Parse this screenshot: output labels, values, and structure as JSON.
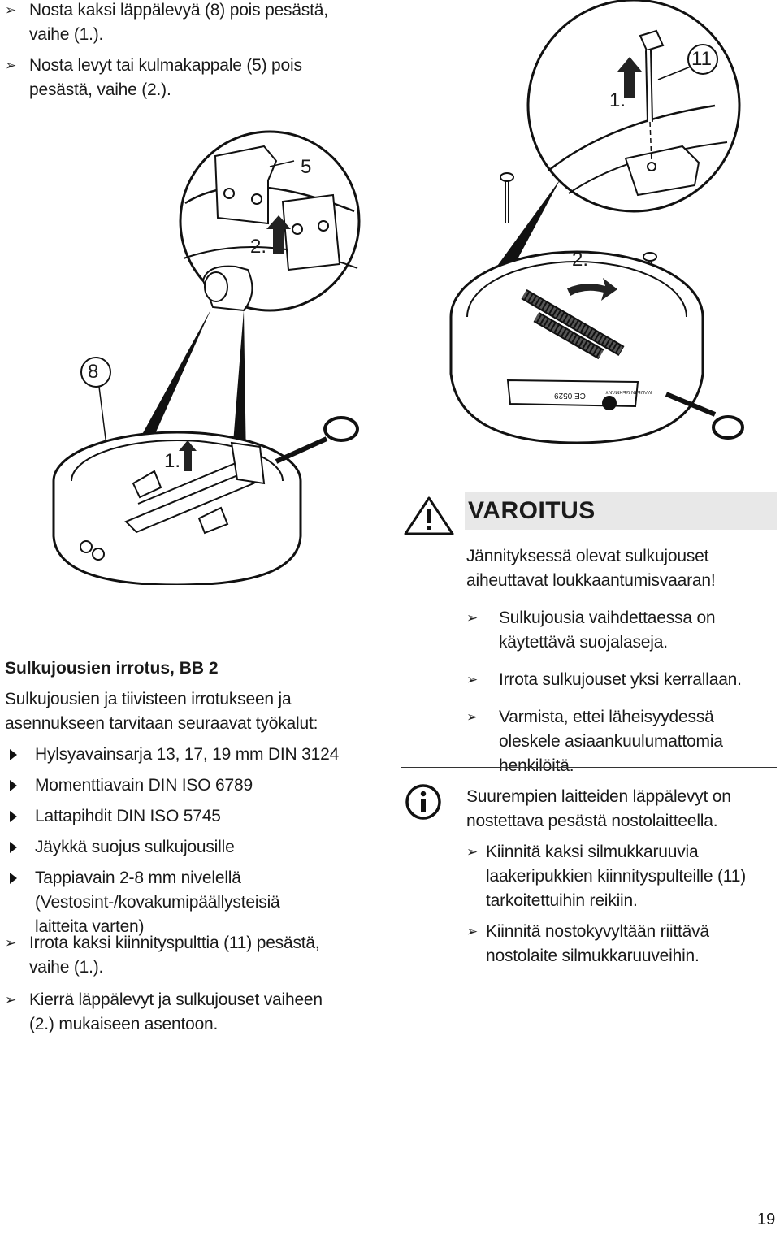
{
  "top_steps": [
    {
      "marker": "➢",
      "text": "Nosta kaksi läppälevyä (8) pois pesästä, vaihe (1.)."
    },
    {
      "marker": "➢",
      "text": "Nosta levyt tai kulmakappale (5) pois pesästä, vaihe (2.)."
    }
  ],
  "figure_left": {
    "callout_8": "8",
    "callout_5": "5",
    "step_1": "1.",
    "step_2": "2."
  },
  "figure_right": {
    "callout_11": "11",
    "step_1": "1.",
    "step_2": "2.",
    "plate_ce": "CE 0529",
    "plate_made": "MADE IN GERMANY"
  },
  "section": {
    "heading": "Sulkujousien irrotus, BB 2",
    "intro": "Sulkujousien ja tiivisteen irrotukseen ja asennukseen tarvitaan seuraavat työkalut:",
    "tools": [
      "Hylsyavainsarja 13, 17, 19 mm DIN 3124",
      "Momenttiavain DIN ISO 6789",
      "Lattapihdit DIN ISO 5745",
      "Jäykkä suojus sulkujousille",
      "Tappiavain 2-8 mm nivelellä (Vestosint-/kovakumipäällysteisiä laitteita varten)"
    ],
    "steps": [
      {
        "marker": "➢",
        "text": "Irrota kaksi kiinnityspulttia (11) pesästä, vaihe (1.)."
      },
      {
        "marker": "➢",
        "text": "Kierrä läppälevyt ja sulkujouset vaiheen (2.) mukaiseen asentoon."
      }
    ]
  },
  "warning": {
    "title": "VAROITUS",
    "lead": "Jännityksessä olevat sulkujouset aiheuttavat loukkaantumisvaaran!",
    "items": [
      {
        "marker": "➢",
        "text": "Sulkujousia vaihdettaessa on käytettävä suojalaseja."
      },
      {
        "marker": "➢",
        "text": "Irrota sulkujouset yksi kerrallaan."
      },
      {
        "marker": "➢",
        "text": "Varmista, ettei läheisyydessä oleskele asiaankuulumattomia henkilöitä."
      }
    ]
  },
  "info": {
    "lead": "Suurempien laitteiden läppälevyt on nostettava pesästä nostolaitteella.",
    "items": [
      {
        "marker": "➢",
        "text": "Kiinnitä kaksi silmukkaruuvia laakeripukkien kiinnityspulteille (11) tarkoitettuihin reikiin."
      },
      {
        "marker": "➢",
        "text": "Kiinnitä nostokyvyltään riittävä nostolaite silmukkaruuveihin."
      }
    ]
  },
  "page_number": "19"
}
